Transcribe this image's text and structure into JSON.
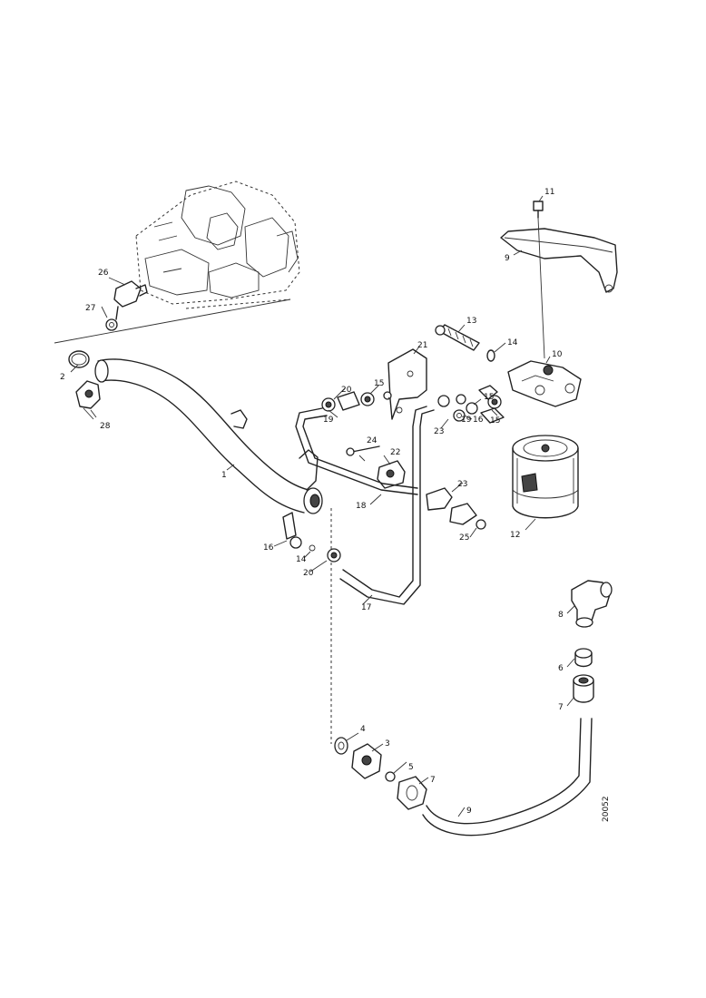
{
  "drawing_code": "20052",
  "callouts": [
    {
      "id": "c1",
      "text": "1"
    },
    {
      "id": "c2",
      "text": "2"
    },
    {
      "id": "c3",
      "text": "3"
    },
    {
      "id": "c4",
      "text": "4"
    },
    {
      "id": "c5",
      "text": "5"
    },
    {
      "id": "c6",
      "text": "6"
    },
    {
      "id": "c7a",
      "text": "7"
    },
    {
      "id": "c7b",
      "text": "7"
    },
    {
      "id": "c8",
      "text": "8"
    },
    {
      "id": "c9",
      "text": "9"
    },
    {
      "id": "c10",
      "text": "10"
    },
    {
      "id": "c11",
      "text": "11"
    },
    {
      "id": "c12",
      "text": "12"
    },
    {
      "id": "c13",
      "text": "13"
    },
    {
      "id": "c14a",
      "text": "14"
    },
    {
      "id": "c14b",
      "text": "14"
    },
    {
      "id": "c15a",
      "text": "15"
    },
    {
      "id": "c15b",
      "text": "15"
    },
    {
      "id": "c15c",
      "text": "15"
    },
    {
      "id": "c16a",
      "text": "16"
    },
    {
      "id": "c16b",
      "text": "16"
    },
    {
      "id": "c17",
      "text": "17"
    },
    {
      "id": "c18",
      "text": "18"
    },
    {
      "id": "c19a",
      "text": "19"
    },
    {
      "id": "c19b",
      "text": "19"
    },
    {
      "id": "c20a",
      "text": "20"
    },
    {
      "id": "c20b",
      "text": "20"
    },
    {
      "id": "c21",
      "text": "21"
    },
    {
      "id": "c22",
      "text": "22"
    },
    {
      "id": "c23a",
      "text": "23"
    },
    {
      "id": "c23b",
      "text": "23"
    },
    {
      "id": "c24",
      "text": "24"
    },
    {
      "id": "c25",
      "text": "25"
    },
    {
      "id": "c26",
      "text": "26"
    },
    {
      "id": "c27",
      "text": "27"
    },
    {
      "id": "c28",
      "text": "28"
    },
    {
      "id": "c9b",
      "text": "9"
    }
  ]
}
